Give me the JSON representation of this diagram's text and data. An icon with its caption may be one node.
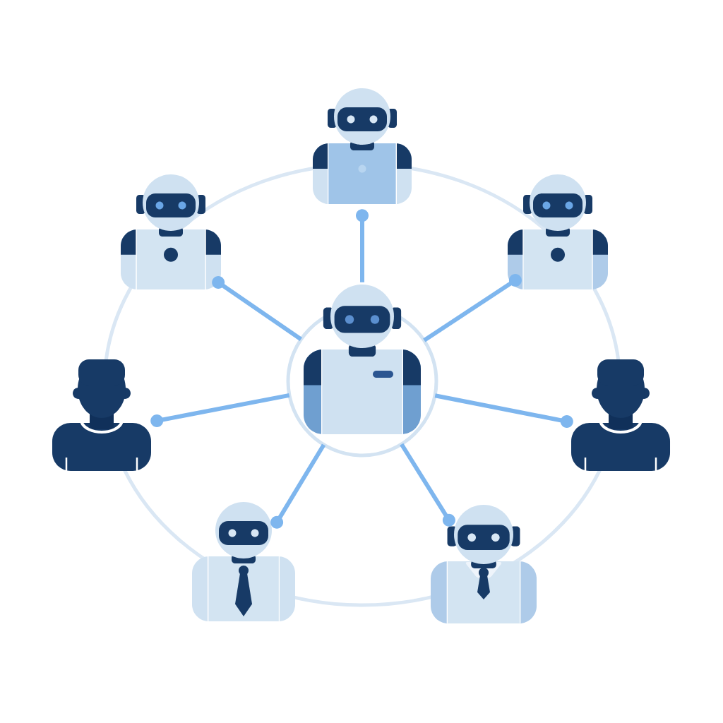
{
  "diagram": {
    "nodes": [
      {
        "text": [],
        "shape": "robot"
      },
      {
        "text": [],
        "shape": "robot"
      },
      {
        "text": [],
        "shape": "robot"
      },
      {
        "text": [],
        "shape": "robot"
      },
      {
        "text": [],
        "shape": "person"
      },
      {
        "text": [],
        "shape": "person"
      },
      {
        "text": [],
        "shape": "robot"
      },
      {
        "text": [],
        "shape": "robot"
      }
    ],
    "edges": [
      {
        "from": 3,
        "to": 0,
        "arrow": "other"
      },
      {
        "from": 3,
        "to": 1,
        "arrow": "other"
      },
      {
        "from": 3,
        "to": 2,
        "arrow": "other"
      },
      {
        "from": 3,
        "to": 4,
        "arrow": "other"
      },
      {
        "from": 3,
        "to": 5,
        "arrow": "other"
      },
      {
        "from": 3,
        "to": 6,
        "arrow": "other"
      },
      {
        "from": 3,
        "to": 7,
        "arrow": "other"
      }
    ]
  }
}
